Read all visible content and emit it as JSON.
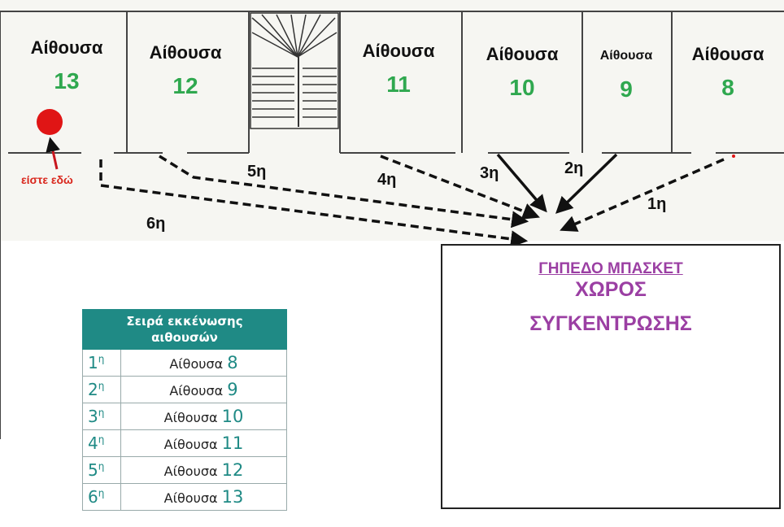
{
  "rooms": [
    {
      "word": "Αίθουσα",
      "number": "13"
    },
    {
      "word": "Αίθουσα",
      "number": "12"
    },
    {
      "word": "Αίθουσα",
      "number": "11"
    },
    {
      "word": "Αίθουσα",
      "number": "10"
    },
    {
      "word": "Αίθουσα",
      "number": "9"
    },
    {
      "word": "Αίθουσα",
      "number": "8"
    }
  ],
  "you_are_here": "είστε εδώ",
  "exit_order_labels": [
    "1η",
    "2η",
    "3η",
    "4η",
    "5η",
    "6η"
  ],
  "court": {
    "title1": "ΓΗΠΕΔΟ ΜΠΑΣΚΕΤ",
    "title2": "ΧΩΡΟΣ",
    "title3": "ΣΥΓΚΕΝΤΡΩΣΗΣ"
  },
  "table": {
    "header_line1": "Σειρά εκκένωσης",
    "header_line2": "αιθουσών",
    "rows": [
      {
        "ord": "1",
        "sup": "η",
        "word": "Αίθουσα",
        "num": "8"
      },
      {
        "ord": "2",
        "sup": "η",
        "word": "Αίθουσα",
        "num": "9"
      },
      {
        "ord": "3",
        "sup": "η",
        "word": "Αίθουσα",
        "num": "10"
      },
      {
        "ord": "4",
        "sup": "η",
        "word": "Αίθουσα",
        "num": "11"
      },
      {
        "ord": "5",
        "sup": "η",
        "word": "Αίθουσα",
        "num": "12"
      },
      {
        "ord": "6",
        "sup": "η",
        "word": "Αίθουσα",
        "num": "13"
      }
    ]
  },
  "colors": {
    "room_number": "#2fa84f",
    "marker": "#e01515",
    "court_title": "#9b3fa3",
    "table_header": "#1f8a85",
    "court_wood": "#a0583a",
    "court_key": "#8fc3e6",
    "court_circle": "#1f5e9a"
  }
}
